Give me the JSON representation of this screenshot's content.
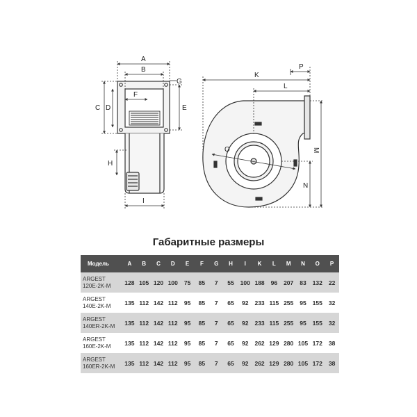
{
  "drawing": {
    "dimension_labels": [
      "A",
      "B",
      "C",
      "D",
      "E",
      "F",
      "G",
      "H",
      "I",
      "K",
      "L",
      "M",
      "N",
      "O",
      "P"
    ]
  },
  "table": {
    "title": "Габаритные размеры",
    "columns": [
      "Модель",
      "A",
      "B",
      "C",
      "D",
      "E",
      "F",
      "G",
      "H",
      "I",
      "K",
      "L",
      "M",
      "N",
      "O",
      "P"
    ],
    "rows": [
      {
        "model": [
          "ARGEST",
          "120E-2K-M"
        ],
        "values": [
          "128",
          "105",
          "120",
          "100",
          "75",
          "85",
          "7",
          "55",
          "100",
          "188",
          "96",
          "207",
          "83",
          "132",
          "22"
        ]
      },
      {
        "model": [
          "ARGEST",
          "140E-2K-M"
        ],
        "values": [
          "135",
          "112",
          "142",
          "112",
          "95",
          "85",
          "7",
          "65",
          "92",
          "233",
          "115",
          "255",
          "95",
          "155",
          "32"
        ]
      },
      {
        "model": [
          "ARGEST",
          "140ER-2K-M"
        ],
        "values": [
          "135",
          "112",
          "142",
          "112",
          "95",
          "85",
          "7",
          "65",
          "92",
          "233",
          "115",
          "255",
          "95",
          "155",
          "32"
        ]
      },
      {
        "model": [
          "ARGEST",
          "160E-2K-M"
        ],
        "values": [
          "135",
          "112",
          "142",
          "112",
          "95",
          "85",
          "7",
          "65",
          "92",
          "262",
          "129",
          "280",
          "105",
          "172",
          "38"
        ]
      },
      {
        "model": [
          "ARGEST",
          "160ER-2K-M"
        ],
        "values": [
          "135",
          "112",
          "142",
          "112",
          "95",
          "85",
          "7",
          "65",
          "92",
          "262",
          "129",
          "280",
          "105",
          "172",
          "38"
        ]
      }
    ]
  }
}
